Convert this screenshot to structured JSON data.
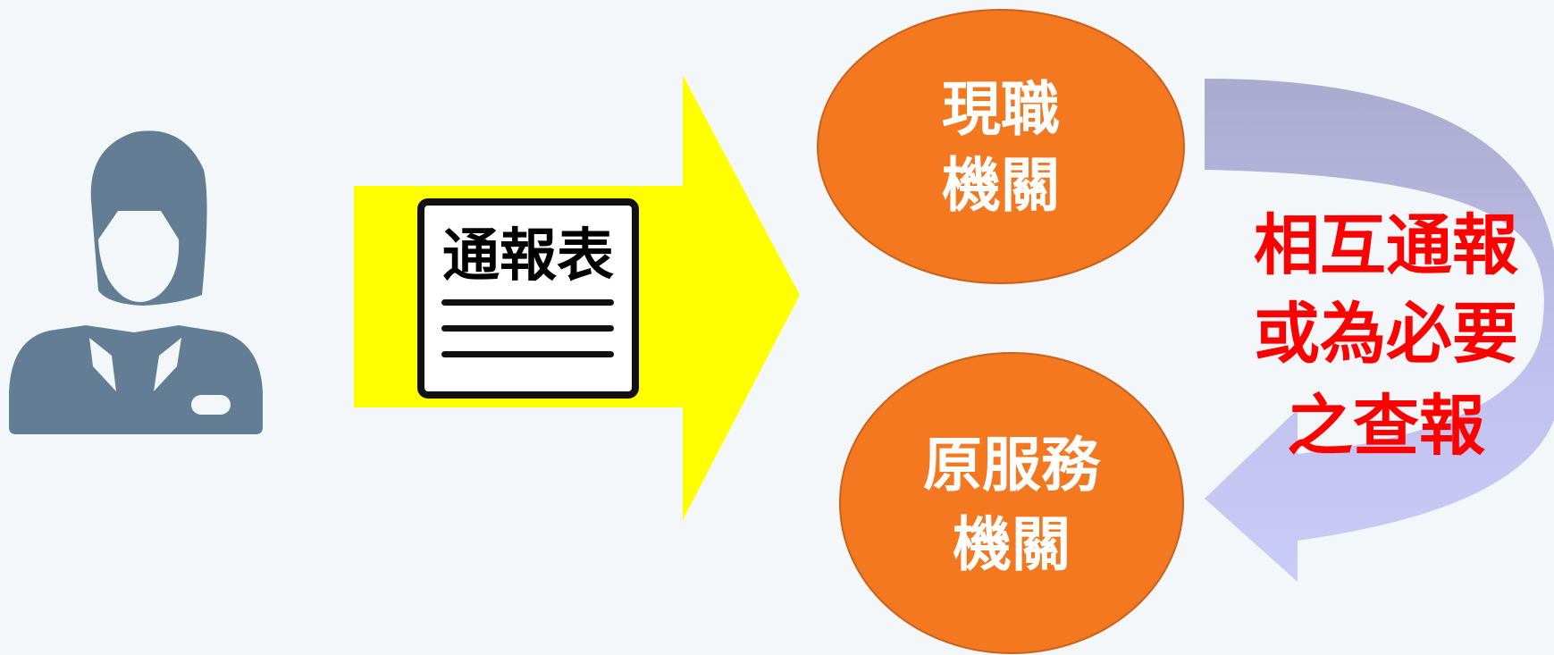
{
  "diagram": {
    "form_title": "通報表",
    "current_agency": [
      "現職",
      "機關"
    ],
    "former_agency": [
      "原服務",
      "機關"
    ],
    "mutual_note": [
      "相互通報",
      "或為必要",
      "之查報"
    ]
  },
  "colors": {
    "background": "#f3f7fa",
    "person": "#627d94",
    "arrow": "#ffff00",
    "oval_fill": "#f3781f",
    "oval_stroke": "#c9621a",
    "curve_arrow": "#c7c8f4",
    "note": "#ff0000"
  },
  "icons": {
    "person": "person-icon",
    "document": "document-icon"
  }
}
